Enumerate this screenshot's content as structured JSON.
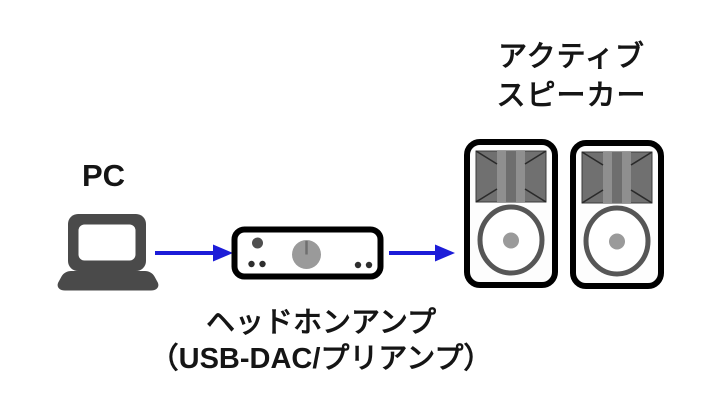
{
  "diagram": {
    "title_hint": "PC to active speakers audio chain",
    "background": "#ffffff",
    "colors": {
      "arrow_blue": "#1c1cd8",
      "device_gray": "#4a4a4a",
      "outline_black": "#000000",
      "knob_gray": "#9a9a9a",
      "horn_dark": "#707070",
      "horn_light": "#8f8f8f",
      "horn_stripe": "#6e6e6e",
      "woofer_ring": "#565656",
      "text_black": "#151515"
    },
    "nodes": {
      "pc": {
        "label": "PC"
      },
      "amp": {
        "label_line1": "ヘッドホンアンプ",
        "label_line2": "（USB-DAC/プリアンプ）"
      },
      "speakers": {
        "label_line1": "アクティブ",
        "label_line2": "スピーカー"
      }
    },
    "connections": [
      {
        "from": "pc",
        "to": "amp",
        "style": "blue-arrow-right"
      },
      {
        "from": "amp",
        "to": "speakers",
        "style": "blue-arrow-right"
      }
    ]
  }
}
